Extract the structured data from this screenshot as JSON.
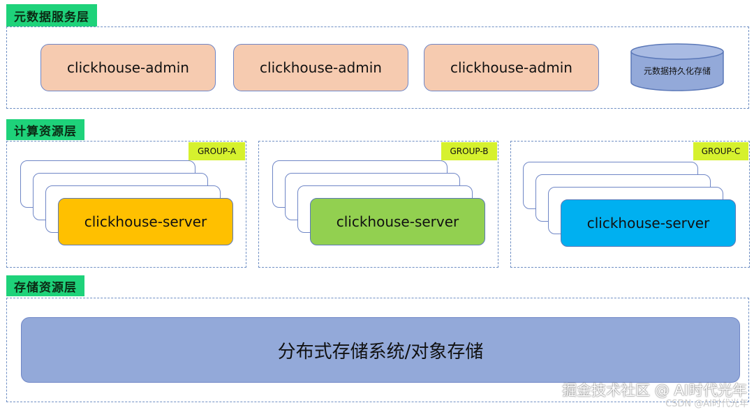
{
  "layers": {
    "metadata": {
      "label": "元数据服务层",
      "admins": [
        "clickhouse-admin",
        "clickhouse-admin",
        "clickhouse-admin"
      ],
      "db_label": "元数据持久化存储"
    },
    "compute": {
      "label": "计算资源层",
      "groups": [
        {
          "tag": "GROUP-A",
          "server": "clickhouse-server",
          "color": "#ffc000"
        },
        {
          "tag": "GROUP-B",
          "server": "clickhouse-server",
          "color": "#92d050"
        },
        {
          "tag": "GROUP-C",
          "server": "clickhouse-server",
          "color": "#00b0f0"
        }
      ]
    },
    "storage": {
      "label": "存储资源层",
      "system": "分布式存储系统/对象存储"
    }
  },
  "watermark": {
    "main": "掘金技术社区 @ AI时代光年",
    "sub": "CSDN @AI时代光年"
  }
}
